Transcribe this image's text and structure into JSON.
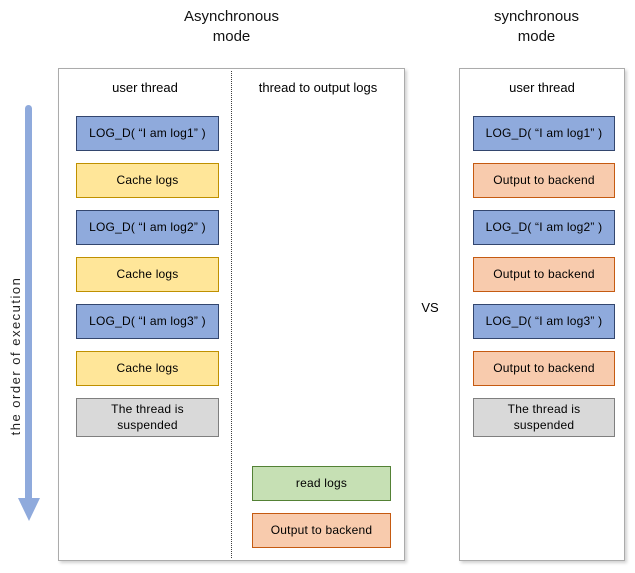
{
  "diagram": {
    "vs_label": "VS",
    "axis_label": "the order of execution",
    "left": {
      "title_line1": "Asynchronous",
      "title_line2": "mode",
      "user_thread": {
        "header": "user thread",
        "boxes": [
          {
            "label": "LOG_D( “I am log1” )",
            "kind": "log"
          },
          {
            "label": "Cache logs",
            "kind": "cache"
          },
          {
            "label": "LOG_D( “I am log2” )",
            "kind": "log"
          },
          {
            "label": "Cache logs",
            "kind": "cache"
          },
          {
            "label": "LOG_D( “I am log3” )",
            "kind": "log"
          },
          {
            "label": "Cache logs",
            "kind": "cache"
          },
          {
            "label": "The thread is suspended",
            "kind": "suspended"
          }
        ]
      },
      "output_thread": {
        "header": "thread to output logs",
        "boxes": [
          {
            "label": "read logs",
            "kind": "read"
          },
          {
            "label": "Output to backend",
            "kind": "backend"
          }
        ]
      }
    },
    "right": {
      "title_line1": "synchronous",
      "title_line2": "mode",
      "user_thread": {
        "header": "user thread",
        "boxes": [
          {
            "label": "LOG_D( “I am log1” )",
            "kind": "log"
          },
          {
            "label": "Output to backend",
            "kind": "backend"
          },
          {
            "label": "LOG_D( “I am log2” )",
            "kind": "log"
          },
          {
            "label": "Output to backend",
            "kind": "backend"
          },
          {
            "label": "LOG_D( “I am log3” )",
            "kind": "log"
          },
          {
            "label": "Output to backend",
            "kind": "backend"
          },
          {
            "label": "The thread is suspended",
            "kind": "suspended"
          }
        ]
      }
    },
    "colors": {
      "log_fill": "#8FAADC",
      "log_border": "#33466E",
      "cache_fill": "#FFE699",
      "cache_border": "#BF9000",
      "backend_fill": "#F8CBAD",
      "backend_border": "#C55A11",
      "read_fill": "#C6E0B4",
      "read_border": "#538135",
      "suspended_fill": "#D9D9D9",
      "suspended_border": "#7F7F7F",
      "arrow": "#8FAADC"
    }
  }
}
